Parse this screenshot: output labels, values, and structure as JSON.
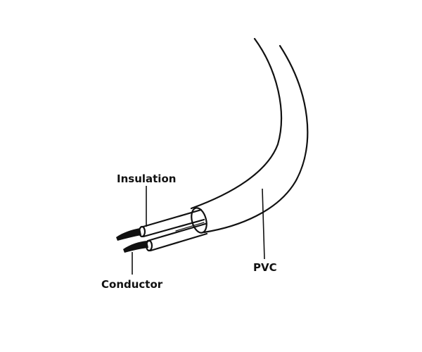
{
  "labels": {
    "insulation": "Insulation",
    "conductor": "Conductor",
    "pvc": "PVC"
  },
  "colors": {
    "line": "#111111",
    "background": "#ffffff"
  }
}
